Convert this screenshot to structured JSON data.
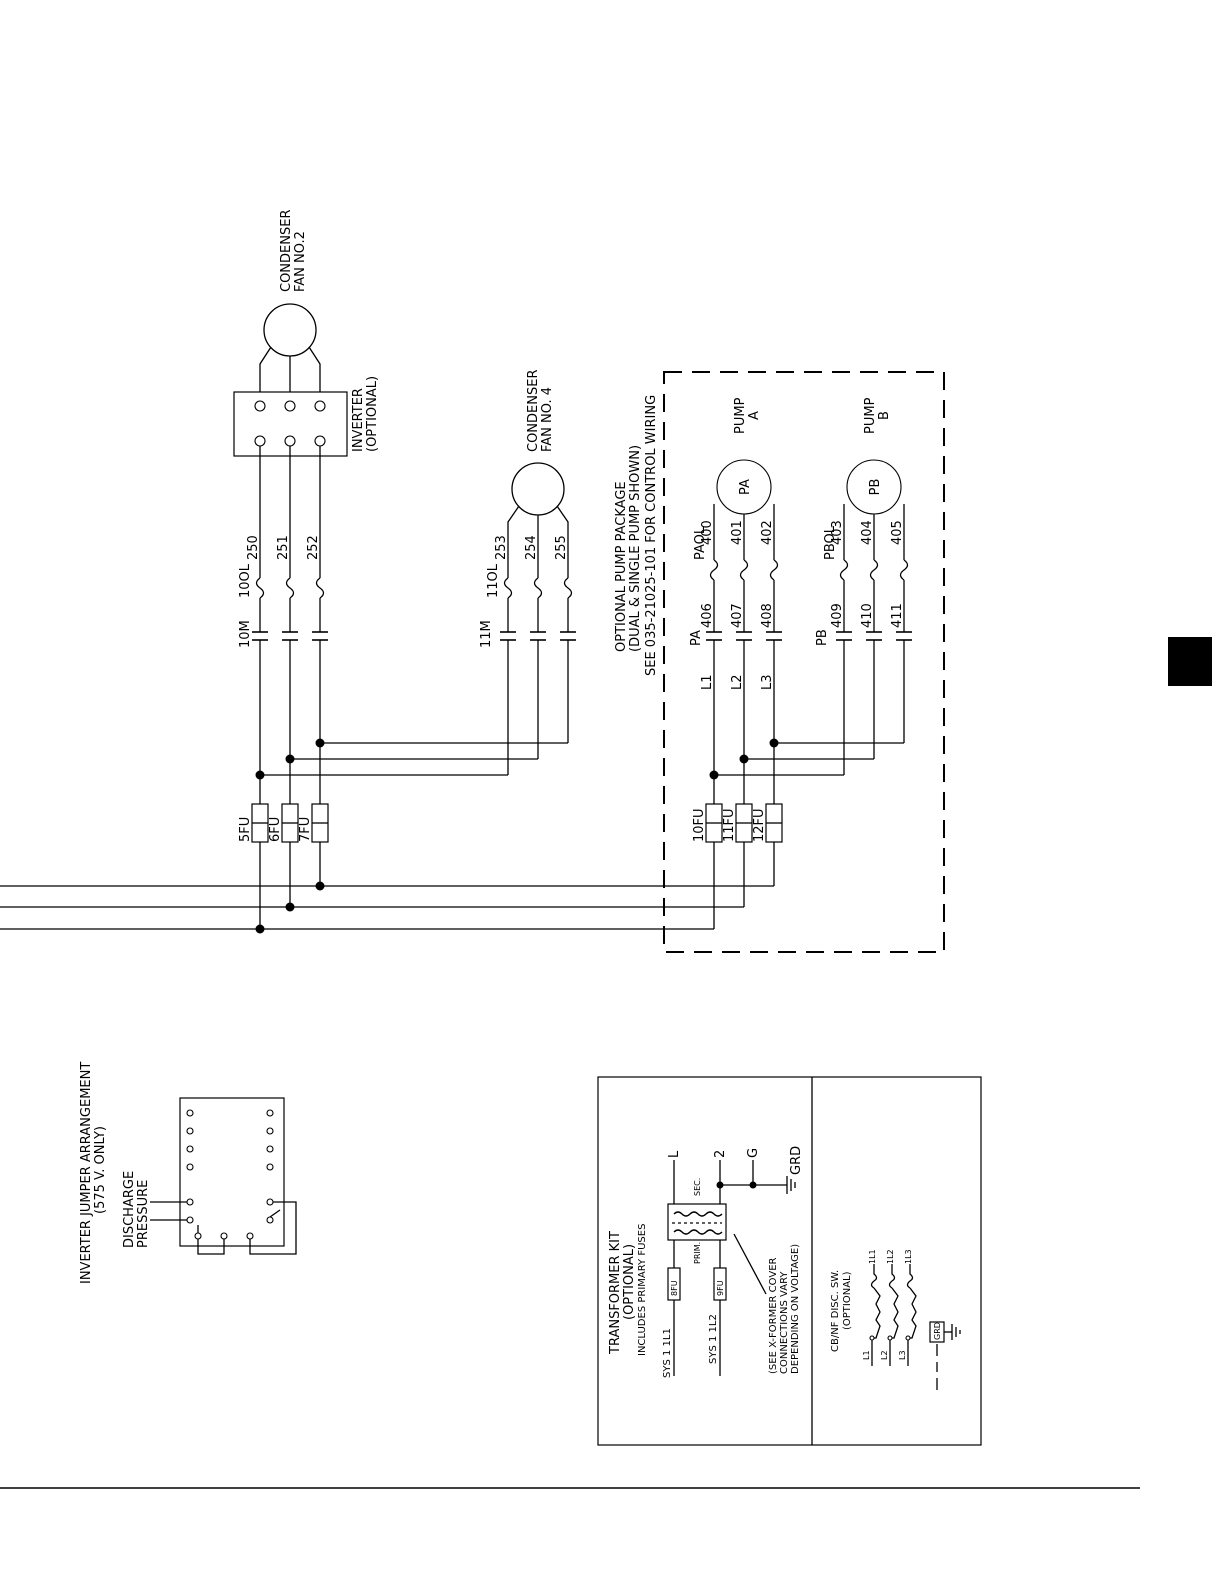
{
  "condenser_fan_2": {
    "line1": "CONDENSER",
    "line2": "FAN NO.2"
  },
  "inverter": {
    "line1": "INVERTER",
    "line2": "(OPTIONAL)"
  },
  "condenser_fan_4": {
    "line1": "CONDENSER",
    "line2": "FAN NO. 4"
  },
  "group_fan2": {
    "overload": "10OL",
    "contactor": "10M",
    "wires": [
      "250",
      "251",
      "252"
    ]
  },
  "group_fan4": {
    "overload": "11OL",
    "contactor": "11M",
    "wires": [
      "253",
      "254",
      "255"
    ]
  },
  "fuses_main": [
    "5FU",
    "6FU",
    "7FU"
  ],
  "pump_package": {
    "line1": "OPTIONAL PUMP PACKAGE",
    "line2": "(DUAL & SINGLE PUMP SHOWN)",
    "line3": "SEE 035-21025-101 FOR CONTROL WIRING",
    "fuses": [
      "10FU",
      "11FU",
      "12FU"
    ],
    "lines": [
      "L1",
      "L2",
      "L3"
    ],
    "pump_a": {
      "label1": "PUMP",
      "label2": "A",
      "motor": "PA",
      "contactor": "PA",
      "overload": "PAOL",
      "load_wires": [
        "400",
        "401",
        "402"
      ],
      "line_wires": [
        "406",
        "407",
        "408"
      ]
    },
    "pump_b": {
      "label1": "PUMP",
      "label2": "B",
      "motor": "PB",
      "contactor": "PB",
      "overload": "PBOL",
      "load_wires": [
        "403",
        "404",
        "405"
      ],
      "line_wires": [
        "409",
        "410",
        "411"
      ]
    }
  },
  "jumper": {
    "title1": "INVERTER JUMPER ARRANGEMENT",
    "title2": "(575 V. ONLY)",
    "label1": "DISCHARGE",
    "label2": "PRESSURE"
  },
  "transformer_kit": {
    "title1": "TRANSFORMER KIT",
    "title2": "(OPTIONAL)",
    "title3": "INCLUDES PRIMARY FUSES",
    "sys_1l1": "SYS 1 1L1",
    "sys_1l2": "SYS 1 1L2",
    "fuse_a": "8FU",
    "fuse_b": "9FU",
    "prim": "PRIM.",
    "sec": "SEC.",
    "out_l": "L",
    "out_2": "2",
    "out_g": "G",
    "grd": "GRD",
    "note1": "(SEE X-FORMER COVER",
    "note2": "CONNECTIONS VARY",
    "note3": "DEPENDING ON VOLTAGE)"
  },
  "disconnect": {
    "title1": "CB/NF DISC. SW.",
    "title2": "(OPTIONAL)",
    "inputs": [
      "L1",
      "L2",
      "L3"
    ],
    "outputs": [
      "1L1",
      "1L2",
      "1L3"
    ],
    "grd": "GRD"
  }
}
